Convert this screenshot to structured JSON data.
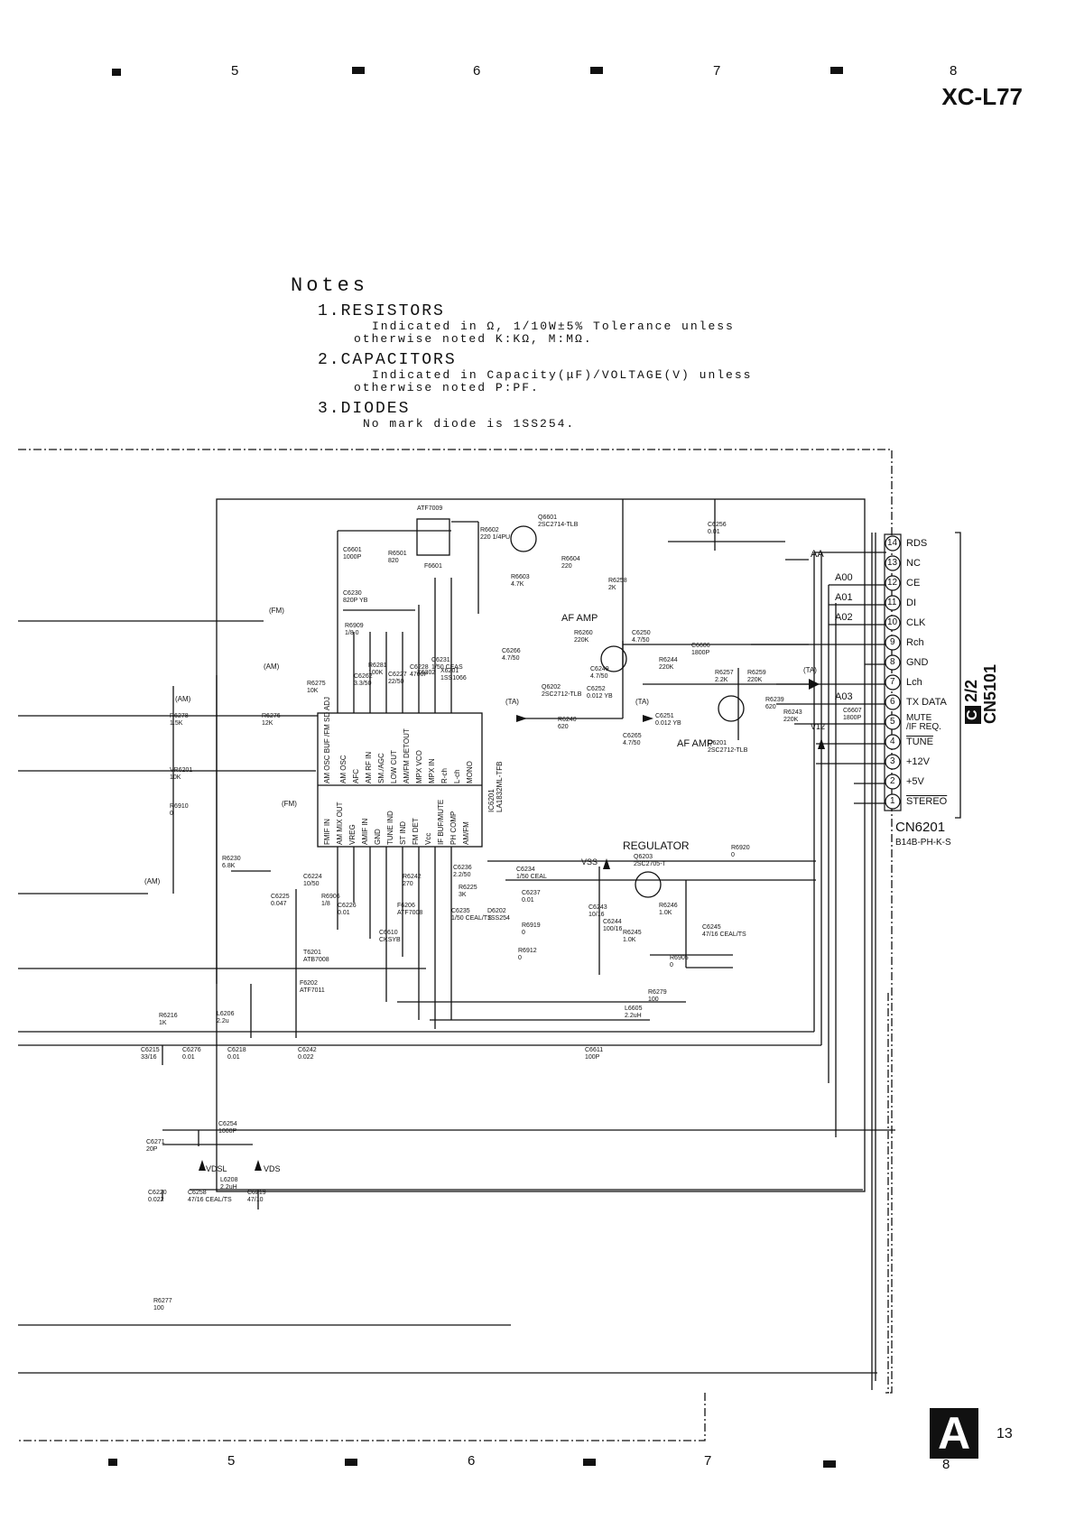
{
  "header": {
    "zones": [
      "5",
      "6",
      "7",
      "8"
    ],
    "model": "XC-L77"
  },
  "footer": {
    "zones": [
      "5",
      "6",
      "7"
    ],
    "section_letter": "A",
    "page_number": "13",
    "zone_under_letter": "8"
  },
  "notes": {
    "title": "Notes",
    "items": [
      {
        "heading": "1.RESISTORS",
        "line1": "Indicated  in Ω,  1/10W±5% Tolerance unless",
        "line2": "otherwise noted K:KΩ, M:MΩ."
      },
      {
        "heading": "2.CAPACITORS",
        "line1": "Indicated  in Capacity(μF)/VOLTAGE(V)  unless",
        "line2": "otherwise noted P:PF."
      },
      {
        "heading": "3.DIODES",
        "line1": "No mark diode is 1SS254.",
        "line2": ""
      }
    ]
  },
  "connector": {
    "label": "CN6201",
    "part": "B14B-PH-K-S",
    "mate_label": "2/2 CN5101",
    "mate_badge": "C",
    "pins": [
      {
        "num": "14",
        "name": "RDS"
      },
      {
        "num": "13",
        "name": "NC"
      },
      {
        "num": "12",
        "name": "CE"
      },
      {
        "num": "11",
        "name": "DI"
      },
      {
        "num": "10",
        "name": "CLK"
      },
      {
        "num": "9",
        "name": "Rch"
      },
      {
        "num": "8",
        "name": "GND"
      },
      {
        "num": "7",
        "name": "Lch"
      },
      {
        "num": "6",
        "name": "TX DATA"
      },
      {
        "num": "5",
        "name": "MUTE\n/IF REQ."
      },
      {
        "num": "4",
        "name": "TUNE"
      },
      {
        "num": "3",
        "name": "+12V"
      },
      {
        "num": "2",
        "name": "+5V"
      },
      {
        "num": "1",
        "name": "STEREO"
      }
    ]
  },
  "bus_labels": [
    "A00",
    "A01",
    "A02",
    "A03",
    "AA"
  ],
  "labels": {
    "af_amp_1": "AF AMP",
    "af_amp_2": "AF AMP",
    "regulator": "REGULATOR",
    "ic": "IC6201\nLA1832ML-TFB",
    "vss": "VSS",
    "vdsl": "VDSL",
    "vds": "VDS",
    "v12": "V12",
    "fm1": "(FM)",
    "am1": "(AM)",
    "am2": "(AM)",
    "am3": "(AM)",
    "fm2": "(FM)",
    "ta1": "(TA)",
    "ta2": "(TA)",
    "ta3": "(TA)"
  },
  "ic_pins": [
    "AM OSC BUF /FM SD ADJ",
    "AM OSC",
    "AFC",
    "AM RF IN",
    "SM./AGC",
    "LOW CUT",
    "AM/FM DETOUT",
    "MPX VCO",
    "MPX IN",
    "R-ch",
    "L-ch",
    "MONO",
    "FMIF IN",
    "AM MIX OUT",
    "VREG",
    "AMIF IN",
    "GND",
    "TUNE IND",
    "ST IND",
    "FM DET",
    "Vcc",
    "IF BUF/MUTE",
    "PH COMP",
    "AM/FM"
  ],
  "parts": [
    {
      "ref": "ATF7009",
      "value": ""
    },
    {
      "ref": "Q6601",
      "value": "2SC2714-TLB"
    },
    {
      "ref": "R6602",
      "value": "220 1/4PU"
    },
    {
      "ref": "C6601",
      "value": "1000P"
    },
    {
      "ref": "R6501",
      "value": "820"
    },
    {
      "ref": "F6601",
      "value": ""
    },
    {
      "ref": "R6604",
      "value": "220"
    },
    {
      "ref": "R6603",
      "value": "4.7K"
    },
    {
      "ref": "C6256",
      "value": "0.01"
    },
    {
      "ref": "C6230",
      "value": "820P YB"
    },
    {
      "ref": "R6909",
      "value": "1/8 0"
    },
    {
      "ref": "R6258",
      "value": "2K"
    },
    {
      "ref": "R6260",
      "value": "220K"
    },
    {
      "ref": "C6250",
      "value": "4.7/50"
    },
    {
      "ref": "C6266",
      "value": "4.7/50"
    },
    {
      "ref": "C6606",
      "value": "1800P"
    },
    {
      "ref": "R6244",
      "value": "220K"
    },
    {
      "ref": "R6257",
      "value": "2.2K"
    },
    {
      "ref": "R6259",
      "value": "220K"
    },
    {
      "ref": "C6249",
      "value": "4.7/50"
    },
    {
      "ref": "Q6202",
      "value": "2SC2712-TLB"
    },
    {
      "ref": "C6252",
      "value": "0.012 YB"
    },
    {
      "ref": "R6240",
      "value": "620"
    },
    {
      "ref": "C6265",
      "value": "4.7/50"
    },
    {
      "ref": "C6251",
      "value": "0.012 YB"
    },
    {
      "ref": "Q6201",
      "value": "2SC2712-TLB"
    },
    {
      "ref": "R6239",
      "value": "620"
    },
    {
      "ref": "R6243",
      "value": "220K"
    },
    {
      "ref": "C6607",
      "value": "1800P"
    },
    {
      "ref": "R6275",
      "value": "10K"
    },
    {
      "ref": "C6262",
      "value": "3.3/50"
    },
    {
      "ref": "R6281",
      "value": "100K"
    },
    {
      "ref": "C6227",
      "value": "22/50"
    },
    {
      "ref": "C6228",
      "value": "4700P"
    },
    {
      "ref": "X6202",
      "value": ""
    },
    {
      "ref": "C6231",
      "value": "1/50 CEAS"
    },
    {
      "ref": "R6278",
      "value": "1.5K"
    },
    {
      "ref": "R6276",
      "value": "12K"
    },
    {
      "ref": "VR6201",
      "value": "10K"
    },
    {
      "ref": "R6910",
      "value": "0"
    },
    {
      "ref": "R6230",
      "value": "6.8K"
    },
    {
      "ref": "C6225",
      "value": "0.047"
    },
    {
      "ref": "C6224",
      "value": "10/50"
    },
    {
      "ref": "R6906",
      "value": "1/8"
    },
    {
      "ref": "C6226",
      "value": "0.01"
    },
    {
      "ref": "R6242",
      "value": "270"
    },
    {
      "ref": "F6206",
      "value": "ATF7008"
    },
    {
      "ref": "C6236",
      "value": "2.2/50"
    },
    {
      "ref": "R6225",
      "value": "3K"
    },
    {
      "ref": "C6235",
      "value": "1/50 CEAL/TS"
    },
    {
      "ref": "C6234",
      "value": "1/50 CEAL"
    },
    {
      "ref": "C6237",
      "value": "0.01"
    },
    {
      "ref": "R6919",
      "value": "0"
    },
    {
      "ref": "R6912",
      "value": "0"
    },
    {
      "ref": "Q6203",
      "value": "2SC2705-T"
    },
    {
      "ref": "C6243",
      "value": "10/16"
    },
    {
      "ref": "C6244",
      "value": "100/16"
    },
    {
      "ref": "R6245",
      "value": "1.0K"
    },
    {
      "ref": "R6246",
      "value": "1.0K"
    },
    {
      "ref": "C6245",
      "value": "47/16 CEAL/TS"
    },
    {
      "ref": "R6905",
      "value": "0"
    },
    {
      "ref": "R6920",
      "value": "0"
    },
    {
      "ref": "R6279",
      "value": "100"
    },
    {
      "ref": "L6605",
      "value": "2.2uH"
    },
    {
      "ref": "C6611",
      "value": "100P"
    },
    {
      "ref": "T6201",
      "value": "ATB7008"
    },
    {
      "ref": "F6202",
      "value": "ATF7011"
    },
    {
      "ref": "C6610",
      "value": "CKSYB"
    },
    {
      "ref": "R6216",
      "value": "1K"
    },
    {
      "ref": "L6206",
      "value": "2.2u"
    },
    {
      "ref": "C6215",
      "value": "33/16"
    },
    {
      "ref": "C6276",
      "value": "0.01"
    },
    {
      "ref": "C6218",
      "value": "0.01"
    },
    {
      "ref": "C6242",
      "value": "0.022"
    },
    {
      "ref": "C6254",
      "value": "1000P"
    },
    {
      "ref": "C6271",
      "value": "20P"
    },
    {
      "ref": "L6208",
      "value": "2.2uH"
    },
    {
      "ref": "C6220",
      "value": "0.022"
    },
    {
      "ref": "C6258",
      "value": "47/16 CEAL/TS"
    },
    {
      "ref": "C6219",
      "value": "47/10"
    },
    {
      "ref": "R6277",
      "value": "100"
    },
    {
      "ref": "D6202",
      "value": "1SS254"
    },
    {
      "ref": "X6201",
      "value": "1SS1066"
    }
  ],
  "gnd_label": "GND"
}
